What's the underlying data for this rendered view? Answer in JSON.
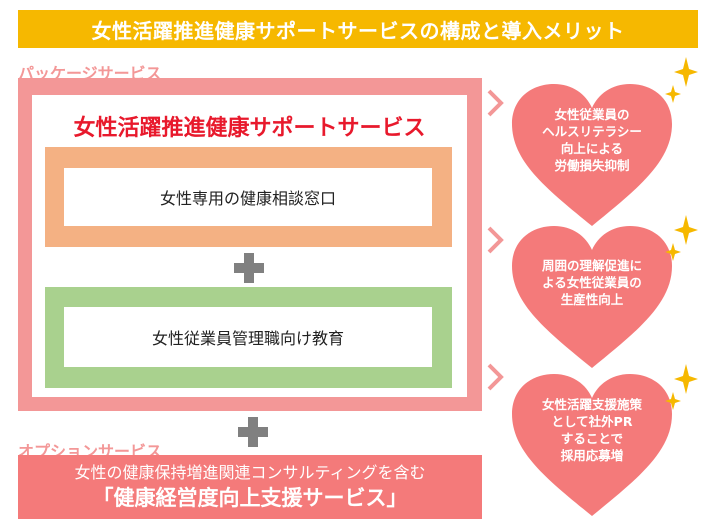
{
  "banner": {
    "title": "女性活躍推進健康サポートサービスの構成と導入メリット"
  },
  "package": {
    "label": "パッケージサービス",
    "title": "女性活躍推進健康サポートサービス",
    "item1": "女性専用の健康相談窓口",
    "item2": "女性従業員管理職向け教育"
  },
  "option": {
    "label": "オプションサービス",
    "line1": "女性の健康保持増進関連コンサルティングを含む",
    "line2": "「健康経営度向上支援サービス」"
  },
  "benefits": [
    {
      "text": "女性従業員の\nヘルスリテラシー\n向上による\n労働損失抑制"
    },
    {
      "text": "周囲の理解促進に\nよる女性従業員の\n生産性向上"
    },
    {
      "text": "女性活躍支援施策\nとして社外PR\nすることで\n採用応募増"
    }
  ],
  "colors": {
    "banner": "#F6B800",
    "package_frame": "#F39797",
    "title_red": "#E8192C",
    "orange": "#F4B183",
    "green": "#A9D18E",
    "heart": "#F47A7A",
    "sparkle": "#F6B800"
  }
}
